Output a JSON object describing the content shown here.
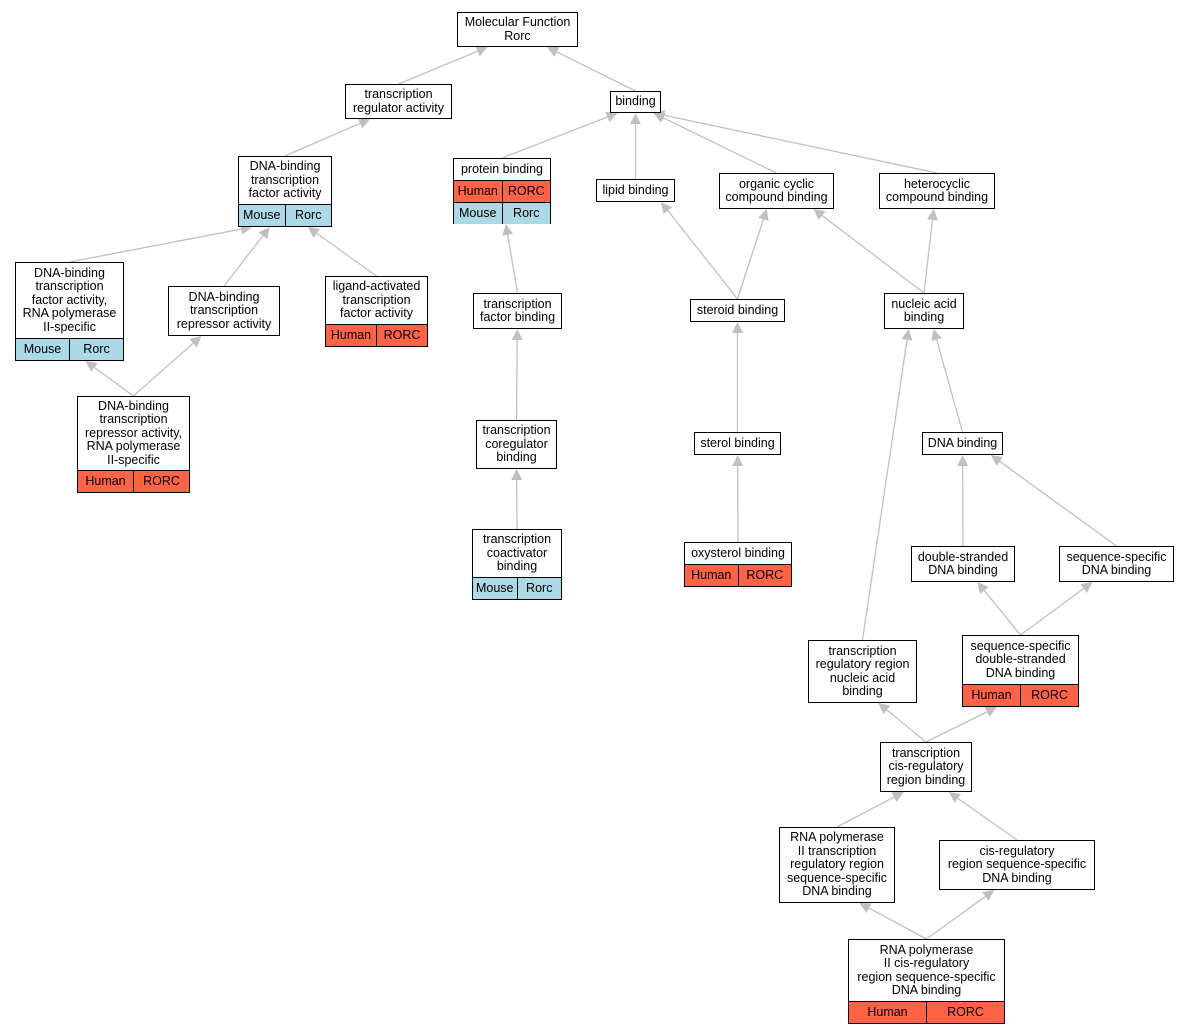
{
  "nodes": {
    "mf": {
      "label": "Molecular Function\nRorc"
    },
    "tra": {
      "label": "transcription\nregulator activity"
    },
    "binding": {
      "label": "binding"
    },
    "dbtfa": {
      "label": "DNA-binding\ntranscription\nfactor activity",
      "rows": [
        {
          "kind": "mouse",
          "species": "Mouse",
          "gene": "Rorc"
        }
      ]
    },
    "protein": {
      "label": "protein binding",
      "rows": [
        {
          "kind": "human",
          "species": "Human",
          "gene": "RORC"
        },
        {
          "kind": "mouse",
          "species": "Mouse",
          "gene": "Rorc"
        }
      ]
    },
    "lipid": {
      "label": "lipid binding"
    },
    "organic": {
      "label": "organic cyclic\ncompound binding"
    },
    "hetero": {
      "label": "heterocyclic\ncompound binding"
    },
    "dbtfa_pol2": {
      "label": "DNA-binding\ntranscription\nfactor activity,\nRNA polymerase\nII-specific",
      "rows": [
        {
          "kind": "mouse",
          "species": "Mouse",
          "gene": "Rorc"
        }
      ]
    },
    "repressor": {
      "label": "DNA-binding\ntranscription\nrepressor activity"
    },
    "ligand": {
      "label": "ligand-activated\ntranscription\nfactor activity",
      "rows": [
        {
          "kind": "human",
          "species": "Human",
          "gene": "RORC"
        }
      ]
    },
    "tfbinding": {
      "label": "transcription\nfactor binding"
    },
    "steroid": {
      "label": "steroid binding"
    },
    "nucleic": {
      "label": "nucleic acid\nbinding"
    },
    "repressor_pol2": {
      "label": "DNA-binding\ntranscription\nrepressor activity,\nRNA polymerase\nII-specific",
      "rows": [
        {
          "kind": "human",
          "species": "Human",
          "gene": "RORC"
        }
      ]
    },
    "coreg": {
      "label": "transcription\ncoregulator\nbinding"
    },
    "sterol": {
      "label": "sterol binding"
    },
    "dna": {
      "label": "DNA binding"
    },
    "coact": {
      "label": "transcription\ncoactivator\nbinding",
      "rows": [
        {
          "kind": "mouse",
          "species": "Mouse",
          "gene": "Rorc"
        }
      ]
    },
    "oxysterol": {
      "label": "oxysterol binding",
      "rows": [
        {
          "kind": "human",
          "species": "Human",
          "gene": "RORC"
        }
      ]
    },
    "dsdna": {
      "label": "double-stranded\nDNA binding"
    },
    "ssdna": {
      "label": "sequence-specific\nDNA binding"
    },
    "trrna": {
      "label": "transcription\nregulatory region\nnucleic acid\nbinding"
    },
    "ssdsdna": {
      "label": "sequence-specific\ndouble-stranded\nDNA binding",
      "rows": [
        {
          "kind": "human",
          "species": "Human",
          "gene": "RORC"
        }
      ]
    },
    "cisreg": {
      "label": "transcription\ncis-regulatory\nregion binding"
    },
    "pol2trr": {
      "label": "RNA polymerase\nII transcription\nregulatory region\nsequence-specific\nDNA binding"
    },
    "cisregss": {
      "label": "cis-regulatory\nregion sequence-specific\nDNA binding"
    },
    "pol2cis": {
      "label": "RNA polymerase\nII cis-regulatory\nregion sequence-specific\nDNA binding",
      "rows": [
        {
          "kind": "human",
          "species": "Human",
          "gene": "RORC"
        }
      ]
    }
  },
  "edges": [
    [
      "tra",
      "mf"
    ],
    [
      "binding",
      "mf"
    ],
    [
      "dbtfa",
      "tra"
    ],
    [
      "protein",
      "binding"
    ],
    [
      "lipid",
      "binding"
    ],
    [
      "organic",
      "binding"
    ],
    [
      "hetero",
      "binding"
    ],
    [
      "dbtfa_pol2",
      "dbtfa"
    ],
    [
      "repressor",
      "dbtfa"
    ],
    [
      "ligand",
      "dbtfa"
    ],
    [
      "repressor_pol2",
      "dbtfa_pol2"
    ],
    [
      "repressor_pol2",
      "repressor"
    ],
    [
      "tfbinding",
      "protein"
    ],
    [
      "coreg",
      "tfbinding"
    ],
    [
      "coact",
      "coreg"
    ],
    [
      "steroid",
      "lipid"
    ],
    [
      "steroid",
      "organic"
    ],
    [
      "sterol",
      "steroid"
    ],
    [
      "oxysterol",
      "sterol"
    ],
    [
      "nucleic",
      "organic"
    ],
    [
      "nucleic",
      "hetero"
    ],
    [
      "dna",
      "nucleic"
    ],
    [
      "trrna",
      "nucleic"
    ],
    [
      "dsdna",
      "dna"
    ],
    [
      "ssdna",
      "dna"
    ],
    [
      "ssdsdna",
      "dsdna"
    ],
    [
      "ssdsdna",
      "ssdna"
    ],
    [
      "cisreg",
      "trrna"
    ],
    [
      "cisreg",
      "ssdsdna"
    ],
    [
      "pol2trr",
      "cisreg"
    ],
    [
      "cisregss",
      "cisreg"
    ],
    [
      "pol2cis",
      "pol2trr"
    ],
    [
      "pol2cis",
      "cisregss"
    ]
  ],
  "colors": {
    "human": "#fe6346",
    "mouse": "#add8e6",
    "edge": "#c0c0c0",
    "border": "#000000"
  }
}
